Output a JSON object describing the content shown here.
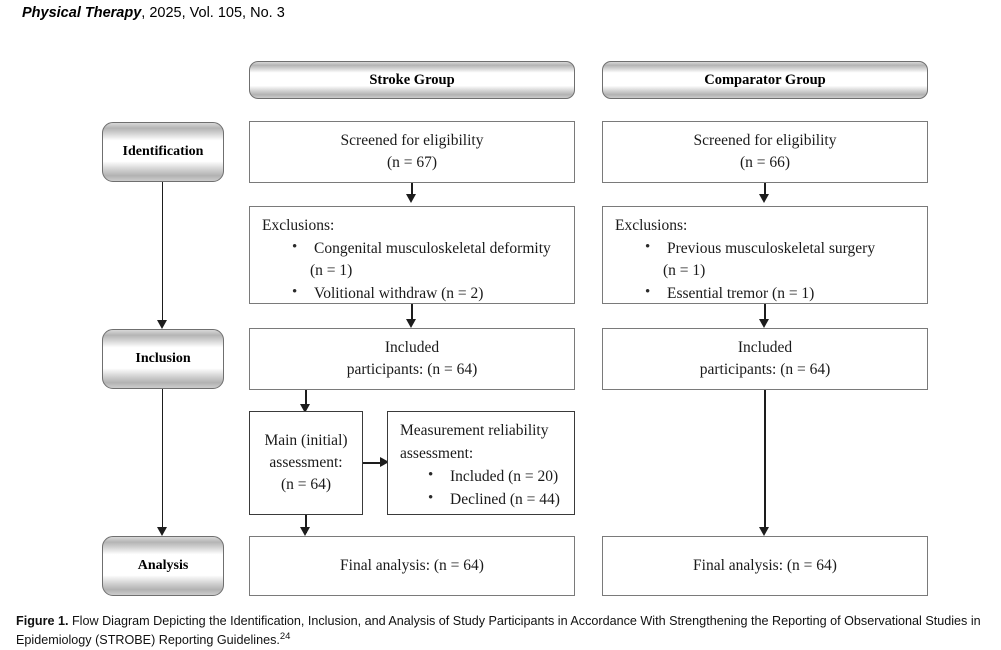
{
  "journal_header": {
    "title": "Physical Therapy",
    "rest": ", 2025, Vol. 105, No. 3"
  },
  "columns": [
    {
      "id": "stroke",
      "header": "Stroke Group"
    },
    {
      "id": "comparator",
      "header": "Comparator Group"
    }
  ],
  "stages": [
    {
      "id": "identification",
      "label": "Identification"
    },
    {
      "id": "inclusion",
      "label": "Inclusion"
    },
    {
      "id": "analysis",
      "label": "Analysis"
    }
  ],
  "stroke": {
    "screened_line1": "Screened for eligibility",
    "screened_line2": "(n = 67)",
    "exclusions_title": "Exclusions:",
    "exclusions": [
      {
        "text": "Congenital musculoskeletal deformity",
        "cont": "(n = 1)"
      },
      {
        "text": "Volitional withdraw (n = 2)",
        "cont": ""
      }
    ],
    "included_line1": "Included",
    "included_line2": "participants: (n = 64)",
    "final": "Final analysis: (n = 64)"
  },
  "comparator": {
    "screened_line1": "Screened for eligibility",
    "screened_line2": "(n = 66)",
    "exclusions_title": "Exclusions:",
    "exclusions": [
      {
        "text": "Previous musculoskeletal surgery",
        "cont": "(n = 1)"
      },
      {
        "text": "Essential tremor (n = 1)",
        "cont": ""
      }
    ],
    "included_line1": "Included",
    "included_line2": "participants: (n = 64)",
    "final": "Final analysis: (n = 64)"
  },
  "assessment": {
    "main_line1": "Main (initial)",
    "main_line2": "assessment:",
    "main_line3": "(n = 64)",
    "reliability_line1": "Measurement reliability",
    "reliability_line2": "assessment:",
    "reliability_items": [
      "Included (n = 20)",
      "Declined (n = 44)"
    ]
  },
  "caption": {
    "label": "Figure 1.",
    "text": " Flow Diagram Depicting the Identification, Inclusion, and Analysis of Study Participants in Accordance With Strengthening the Reporting of Observational Studies in Epidemiology (STROBE) Reporting Guidelines.",
    "superscript": "24"
  }
}
